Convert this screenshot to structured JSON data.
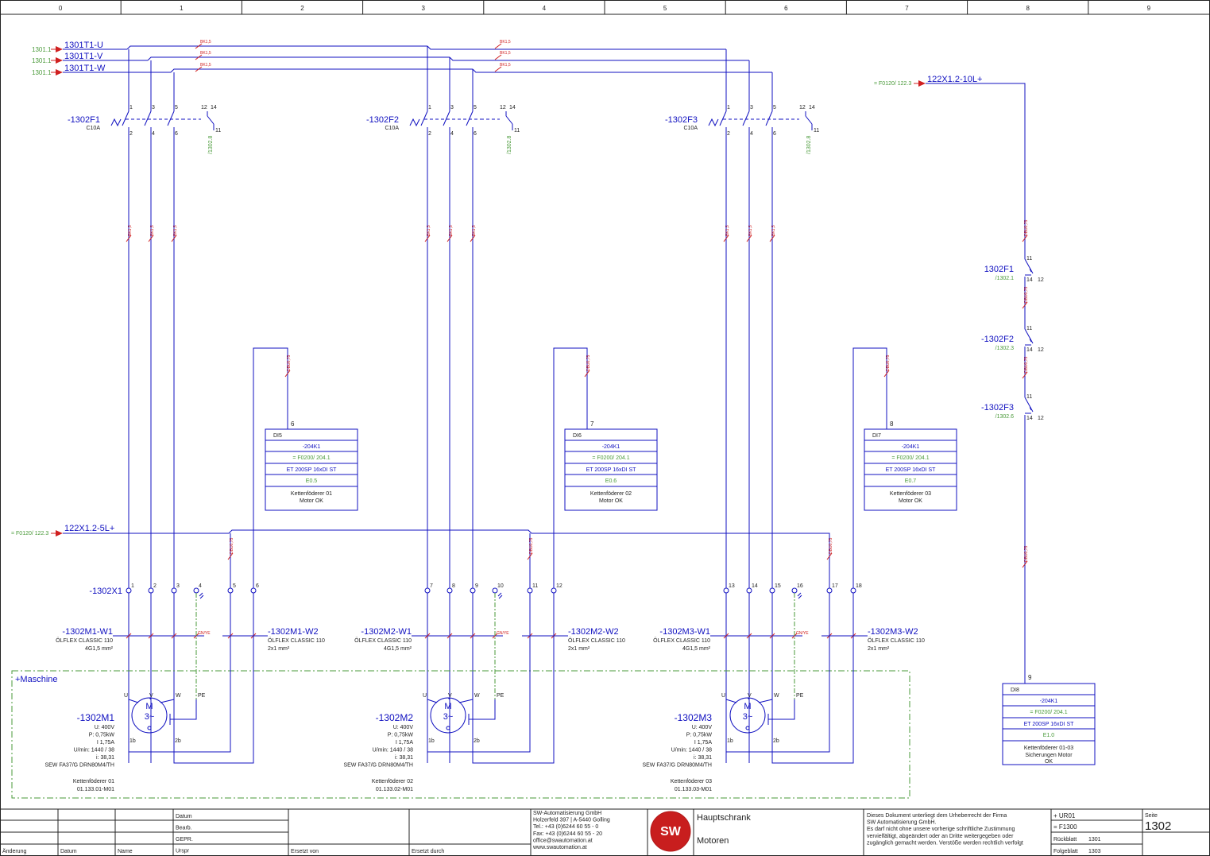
{
  "columns": [
    "0",
    "1",
    "2",
    "3",
    "4",
    "5",
    "6",
    "7",
    "8",
    "9"
  ],
  "supply": {
    "refs": [
      "1301.1",
      "1301.1",
      "1301.1"
    ],
    "phases": [
      "1301T1-U",
      "1301T1-V",
      "1301T1-W"
    ],
    "wire_label": "BK1,5",
    "wire_label_ctrl": "DBU0,75"
  },
  "breakers": [
    {
      "tag": "-1302F1",
      "rating": "C10A",
      "terms": [
        "1",
        "3",
        "5",
        "2",
        "4",
        "6"
      ],
      "aux": [
        "12",
        "14",
        "11"
      ],
      "ref": "/1302.8"
    },
    {
      "tag": "-1302F2",
      "rating": "C10A",
      "terms": [
        "1",
        "3",
        "5",
        "2",
        "4",
        "6"
      ],
      "aux": [
        "12",
        "14",
        "11"
      ],
      "ref": "/1302.8"
    },
    {
      "tag": "-1302F3",
      "rating": "C10A",
      "terms": [
        "1",
        "3",
        "5",
        "2",
        "4",
        "6"
      ],
      "aux": [
        "12",
        "14",
        "11"
      ],
      "ref": "/1302.8"
    }
  ],
  "inputs": [
    {
      "pin": "6",
      "di": "DI5",
      "k": "-204K1",
      "ref": "= F0200/ 204.1",
      "module": "ET 200SP 16xDI ST",
      "addr": "E0.5",
      "desc1": "Kettenföderer 01",
      "desc2": "Motor OK"
    },
    {
      "pin": "7",
      "di": "DI6",
      "k": "-204K1",
      "ref": "= F0200/ 204.1",
      "module": "ET 200SP 16xDI ST",
      "addr": "E0.6",
      "desc1": "Kettenföderer 02",
      "desc2": "Motor OK"
    },
    {
      "pin": "8",
      "di": "DI7",
      "k": "-204K1",
      "ref": "= F0200/ 204.1",
      "module": "ET 200SP 16xDI ST",
      "addr": "E0.7",
      "desc1": "Kettenföderer 03",
      "desc2": "Motor OK"
    },
    {
      "pin": "9",
      "di": "DI8",
      "k": "-204K1",
      "ref": "= F0200/ 204.1",
      "module": "ET 200SP 16xDI ST",
      "addr": "E1.0",
      "desc1": "Kettenföderer 01-03",
      "desc2": "Sicherungen Motor",
      "desc3": "OK"
    }
  ],
  "supply_5L": {
    "ref": "= F0120/ 122.3",
    "tag": "122X1.2-5L+"
  },
  "supply_10L": {
    "ref": "= F0120/ 122.3",
    "tag": "122X1.2-10L+"
  },
  "aux_chain": [
    {
      "tag": "1302F1",
      "ref": "/1302.1",
      "t1": "11",
      "t2": "14",
      "t3": "12"
    },
    {
      "tag": "-1302F2",
      "ref": "/1302.3",
      "t1": "11",
      "t2": "14",
      "t3": "12"
    },
    {
      "tag": "-1302F3",
      "ref": "/1302.6",
      "t1": "11",
      "t2": "14",
      "t3": "12"
    }
  ],
  "terminal_strip": {
    "tag": "-1302X1",
    "numbers": [
      "1",
      "2",
      "3",
      "4",
      "5",
      "6",
      "7",
      "8",
      "9",
      "10",
      "11",
      "12",
      "13",
      "14",
      "15",
      "16",
      "17",
      "18"
    ]
  },
  "cables": [
    {
      "w1": "-1302M1-W1",
      "w1_type": "ÖLFLEX CLASSIC 110",
      "w1_size": "4G1,5 mm²",
      "w2": "-1302M1-W2",
      "w2_type": "ÖLFLEX CLASSIC 110",
      "w2_size": "2x1 mm²",
      "pe": "GN/YE"
    },
    {
      "w1": "-1302M2-W1",
      "w1_type": "ÖLFLEX CLASSIC 110",
      "w1_size": "4G1,5 mm²",
      "w2": "-1302M2-W2",
      "w2_type": "ÖLFLEX CLASSIC 110",
      "w2_size": "2x1 mm²",
      "pe": "GN/YE"
    },
    {
      "w1": "-1302M3-W1",
      "w1_type": "ÖLFLEX CLASSIC 110",
      "w1_size": "4G1,5 mm²",
      "w2": "-1302M3-W2",
      "w2_type": "ÖLFLEX CLASSIC 110",
      "w2_size": "2x1 mm²",
      "pe": "GN/YE"
    }
  ],
  "machine_label": "+Maschine",
  "motors": [
    {
      "tag": "-1302M1",
      "specs": [
        "U: 400V",
        "P: 0,75kW",
        "I 1,75A",
        "U/min: 1440 / 38",
        "i: 38,31",
        "SEW FA37/G DRN80M4/TH"
      ],
      "desc": [
        "Kettenföderer 01",
        "01.133.01-M01"
      ],
      "pins": [
        "U",
        "V",
        "W",
        "PE",
        "1b",
        "2b"
      ],
      "symbol": [
        "M",
        "3~"
      ]
    },
    {
      "tag": "-1302M2",
      "specs": [
        "U: 400V",
        "P: 0,75kW",
        "I 1,75A",
        "U/min: 1440 / 38",
        "i: 38,31",
        "SEW FA37/G DRN80M4/TH"
      ],
      "desc": [
        "Kettenföderer 02",
        "01.133.02-M01"
      ],
      "pins": [
        "U",
        "V",
        "W",
        "PE",
        "1b",
        "2b"
      ],
      "symbol": [
        "M",
        "3~"
      ]
    },
    {
      "tag": "-1302M3",
      "specs": [
        "U: 400V",
        "P: 0,75kW",
        "I 1,75A",
        "U/min: 1440 / 38",
        "i: 38,31",
        "SEW FA37/G DRN80M4/TH"
      ],
      "desc": [
        "Kettenföderer 03",
        "01.133.03-M01"
      ],
      "pins": [
        "U",
        "V",
        "W",
        "PE",
        "1b",
        "2b"
      ],
      "symbol": [
        "M",
        "3~"
      ]
    }
  ],
  "title_block": {
    "rows": [
      "Datum",
      "Bearb.",
      "GEPR.",
      "Urspr"
    ],
    "bottom": [
      "Änderung",
      "Datum",
      "Name"
    ],
    "ersetzt_von": "Ersetzt von",
    "ersetzt_durch": "Ersetzt durch",
    "company": [
      "SW-Automatisierung GmbH",
      "Holzerfeld 397 | A-5440 Golling",
      "Tel.: +43 (0)6244 60 55 - 0",
      "Fax: +43 (0)6244 60 55 - 20",
      "office@swautomation.at",
      "www.swautomation.at"
    ],
    "logo": "SW",
    "title1": "Hauptschrank",
    "title2": "Motoren",
    "copyright": [
      "Dieses Dokument unterliegt dem Urheberrecht der Firma",
      "SW Automatisierung GmbH.",
      "Es darf nicht ohne unsere vorherige schriftliche Zustimmung",
      "vervielfältigt, abgeändert oder an Dritte weitergegeben oder",
      "zugänglich gemacht werden. Verstöße werden rechtlich verfolgt"
    ],
    "location": "+ UR01",
    "function": "= F1300",
    "back_label": "Rückblatt",
    "back": "1301",
    "next_label": "Folgeblatt",
    "next": "1303",
    "page_label": "Seite",
    "page": "1302"
  }
}
